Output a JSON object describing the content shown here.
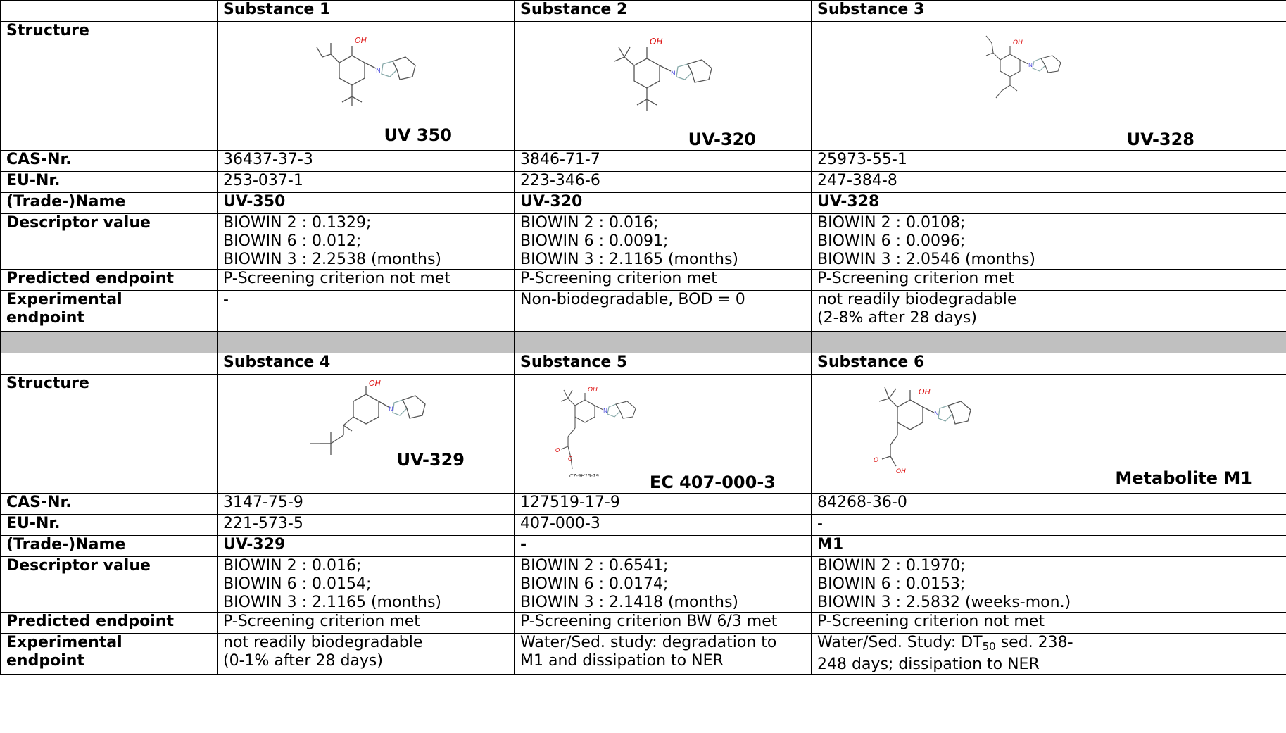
{
  "row_labels": {
    "structure": "Structure",
    "cas": "CAS-Nr.",
    "eu": "EU-Nr.",
    "trade": "(Trade-)Name",
    "descriptor": "Descriptor value",
    "predicted": "Predicted endpoint",
    "experimental_1": "Experimental",
    "experimental_2": "endpoint"
  },
  "substances": [
    {
      "header": "Substance 1",
      "structure_label": "UV 350",
      "cas": "36437-37-3",
      "eu": "253-037-1",
      "trade": "UV-350",
      "descriptor": [
        "BIOWIN 2 : 0.1329;",
        "BIOWIN 6 : 0.012;",
        "BIOWIN 3 : 2.2538 (months)"
      ],
      "predicted": "P-Screening criterion not met",
      "experimental": [
        "-"
      ]
    },
    {
      "header": "Substance 2",
      "structure_label": "UV-320",
      "cas": "3846-71-7",
      "eu": "223-346-6",
      "trade": "UV-320",
      "descriptor": [
        "BIOWIN 2 : 0.016;",
        "BIOWIN 6 : 0.0091;",
        "BIOWIN 3 : 2.1165 (months)"
      ],
      "predicted": "P-Screening criterion met",
      "experimental": [
        "Non-biodegradable, BOD = 0"
      ]
    },
    {
      "header": "Substance 3",
      "structure_label": "UV-328",
      "cas": "25973-55-1",
      "eu": "247-384-8",
      "trade": "UV-328",
      "descriptor": [
        "BIOWIN 2 : 0.0108;",
        "BIOWIN 6 : 0.0096;",
        "BIOWIN 3 : 2.0546 (months)"
      ],
      "predicted": "P-Screening criterion met",
      "experimental": [
        "not readily biodegradable",
        "(2-8% after 28 days)"
      ]
    },
    {
      "header": "Substance 4",
      "structure_label": "UV-329",
      "cas": "3147-75-9",
      "eu": "221-573-5",
      "trade": "UV-329",
      "descriptor": [
        "BIOWIN 2 : 0.016;",
        "BIOWIN 6 : 0.0154;",
        "BIOWIN 3 : 2.1165 (months)"
      ],
      "predicted": "P-Screening criterion met",
      "experimental": [
        "not readily biodegradable",
        "(0-1% after 28 days)"
      ]
    },
    {
      "header": "Substance 5",
      "structure_label": "EC 407-000-3",
      "cas": "127519-17-9",
      "eu": "407-000-3",
      "trade": "-",
      "descriptor": [
        "BIOWIN 2 : 0.6541;",
        "BIOWIN 6 : 0.0174;",
        "BIOWIN 3 : 2.1418 (months)"
      ],
      "predicted": "P-Screening criterion BW 6/3 met",
      "experimental": [
        "Water/Sed. study: degradation to",
        "M1 and dissipation to NER"
      ]
    },
    {
      "header": "Substance 6",
      "structure_label": "Metabolite M1",
      "cas": "84268-36-0",
      "eu": "-",
      "trade": "M1",
      "descriptor": [
        "BIOWIN 2 : 0.1970;",
        "BIOWIN 6 : 0.0153;",
        "BIOWIN 3 : 2.5832 (weeks-mon.)"
      ],
      "predicted": "P-Screening criterion not met",
      "experimental_s6": {
        "line1_pre": "Water/Sed. Study: DT",
        "line1_sub": "50",
        "line1_post": " sed. 238-",
        "line2": "248 days; dissipation to NER"
      }
    }
  ],
  "molecule_atom_labels": {
    "oh": "OH",
    "n": "N",
    "o": "O",
    "ester_chain": "C7-9H15-19"
  }
}
